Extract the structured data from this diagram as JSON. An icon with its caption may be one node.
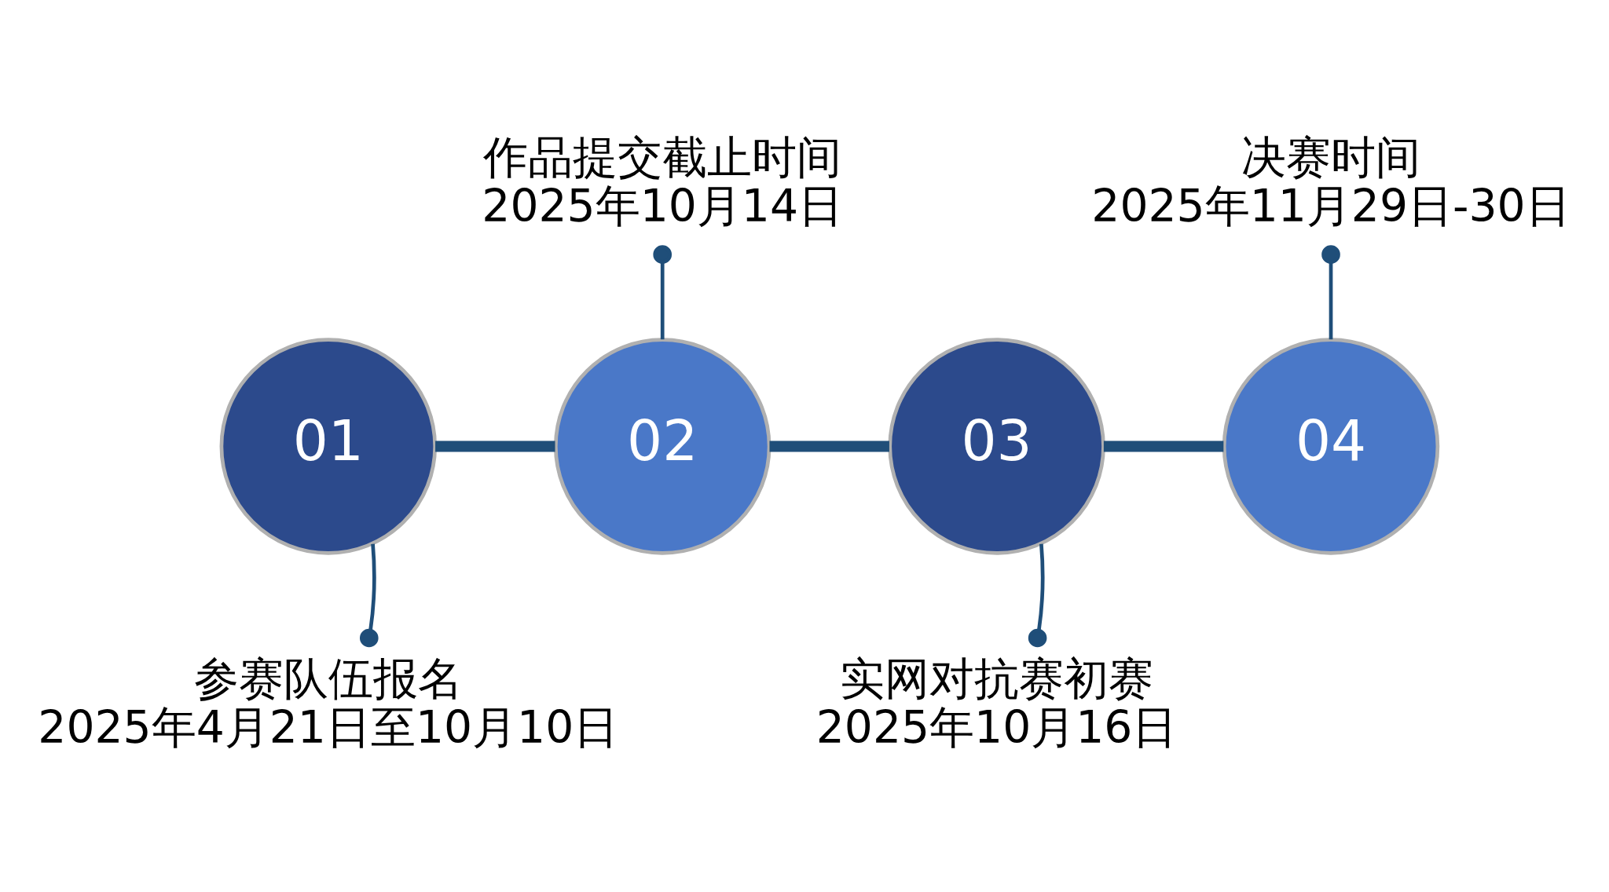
{
  "diagram": {
    "nodes": [
      {
        "text": [
          "作品提交截止时间",
          "2025年10月14日"
        ]
      },
      {
        "text": [
          "决赛时间",
          "2025年11月29日-30日"
        ]
      },
      {
        "text": [
          "01"
        ]
      },
      {
        "text": [
          "02"
        ]
      },
      {
        "text": [
          "03"
        ]
      },
      {
        "text": [
          "04"
        ]
      },
      {
        "text": [
          "参赛队伍报名",
          "2025年4月21日至10月10日"
        ]
      },
      {
        "text": [
          "实网对抗赛初赛",
          "2025年10月16日"
        ]
      }
    ],
    "edges": [
      {
        "from": 6,
        "to": 2,
        "arrow": "other"
      },
      {
        "from": 0,
        "to": 3,
        "arrow": "other"
      },
      {
        "from": 7,
        "to": 4,
        "arrow": "other"
      },
      {
        "from": 1,
        "to": 5,
        "arrow": "other"
      },
      {
        "from": 2,
        "to": 3,
        "arrow": "none",
        "style": "thick",
        "color": "#1f4e79"
      },
      {
        "from": 3,
        "to": 4,
        "arrow": "none",
        "style": "thick",
        "color": "#1f4e79"
      },
      {
        "from": 4,
        "to": 5,
        "arrow": "none",
        "style": "thick",
        "color": "#1f4e79"
      }
    ]
  }
}
